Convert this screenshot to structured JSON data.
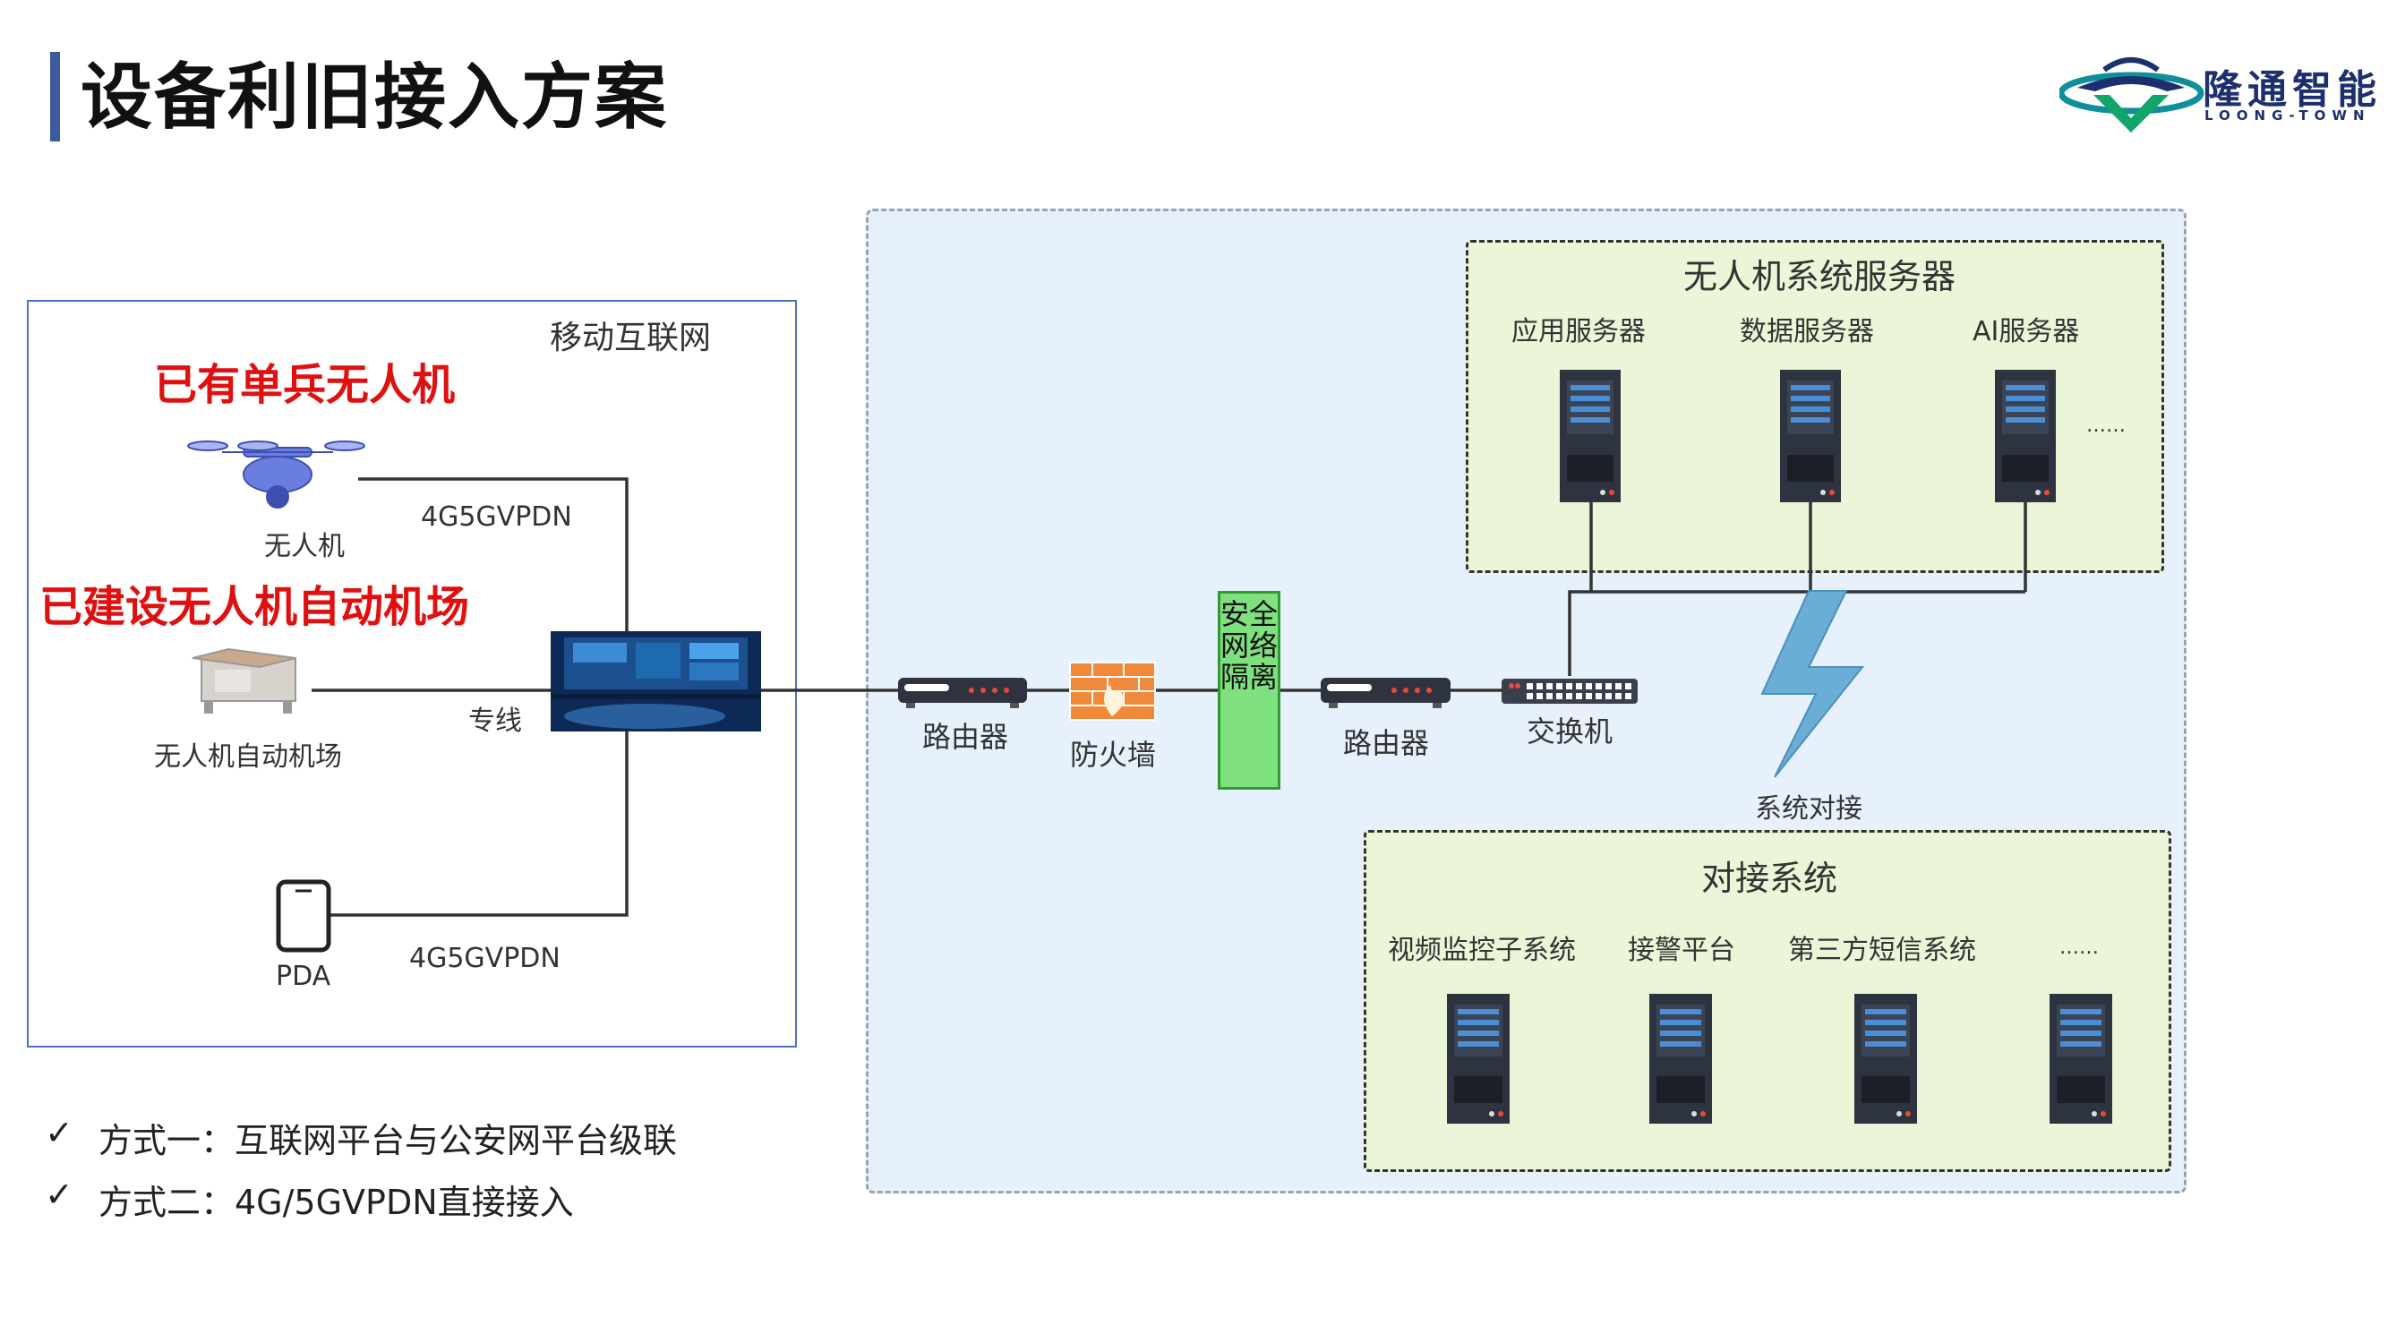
{
  "page_title": "设备利旧接入方案",
  "logo": {
    "cn": "隆通智能",
    "en": "LOONG-TOWN"
  },
  "left_panel": {
    "network_label": "移动互联网",
    "heading_drone": "已有单兵无人机",
    "heading_airport": "已建设无人机自动机场",
    "drone_label": "无人机",
    "airport_label": "无人机自动机场",
    "pda_label": "PDA",
    "link_drone": "4G5GVPDN",
    "link_airport": "专线",
    "link_pda": "4G5GVPDN"
  },
  "network": {
    "router1_label": "路由器",
    "firewall_label": "防火墙",
    "security_isolation": "安全网络隔离",
    "router2_label": "路由器",
    "switch_label": "交换机",
    "system_link_label": "系统对接"
  },
  "server_group": {
    "title": "无人机系统服务器",
    "servers": [
      "应用服务器",
      "数据服务器",
      "AI服务器"
    ],
    "more": "……"
  },
  "docking_group": {
    "title": "对接系统",
    "systems": [
      "视频监控子系统",
      "接警平台",
      "第三方短信系统"
    ],
    "more": "……"
  },
  "bullets": [
    {
      "mark": "✓",
      "text": "方式一：互联网平台与公安网平台级联"
    },
    {
      "mark": "✓",
      "text": "方式二：4G/5GVPDN直接接入"
    }
  ],
  "colors": {
    "accent": "#3d5a9e",
    "highlight_red": "#e01010",
    "panel_blue": "#e7f1fb",
    "group_green": "#eaf6d7",
    "isolation_green": "#7fe07f",
    "lightning": "#6aaed6",
    "firewall": "#f08a3a"
  }
}
